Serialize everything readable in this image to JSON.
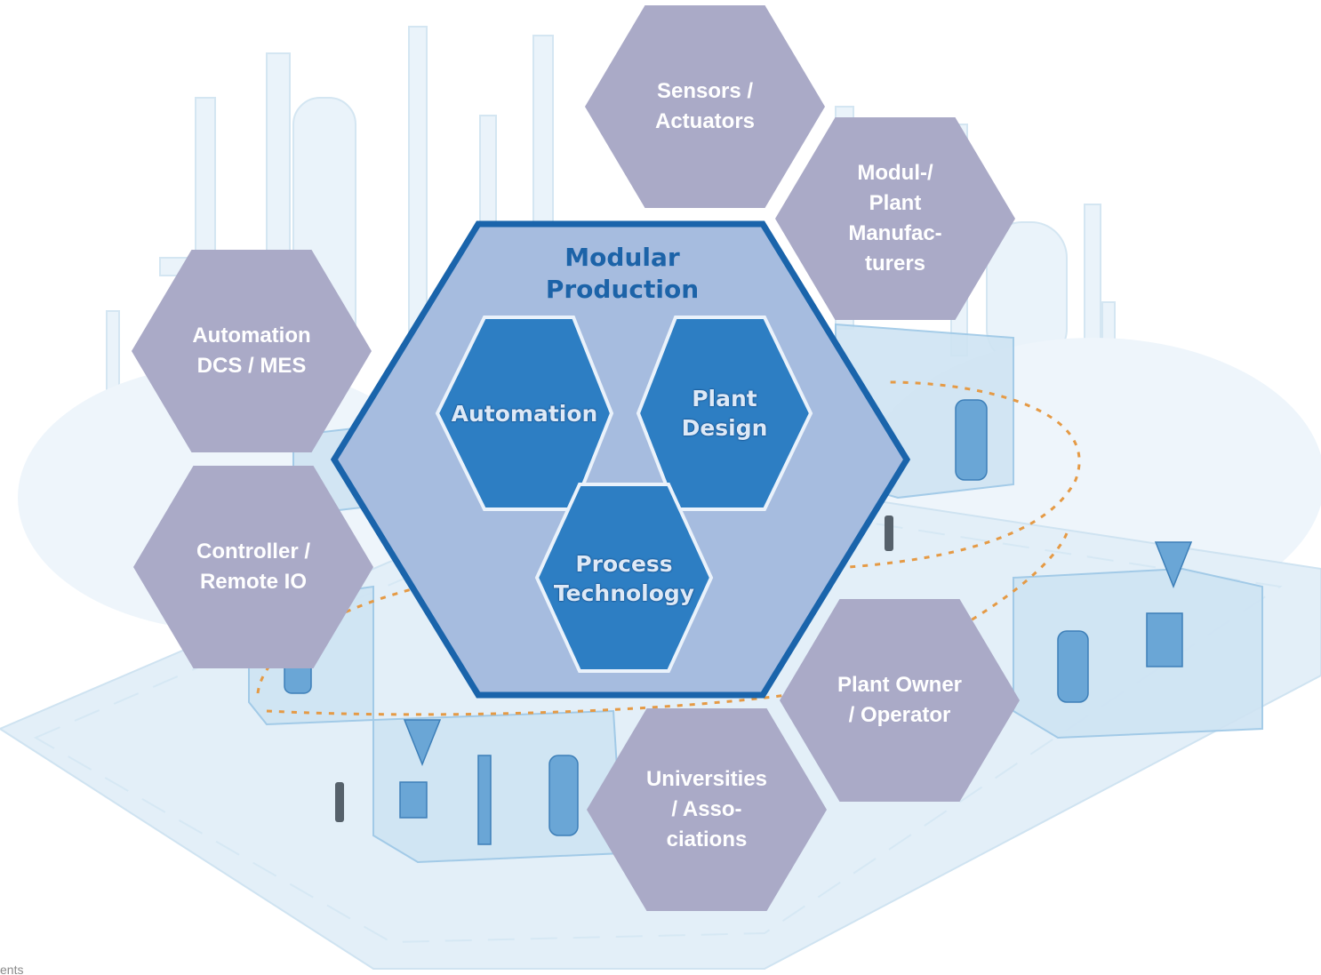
{
  "center": {
    "title": "Modular\nProduction",
    "core_modules": [
      {
        "label": "Automation"
      },
      {
        "label": "Plant\nDesign"
      },
      {
        "label": "Process\nTechnology"
      }
    ]
  },
  "stakeholders": [
    {
      "label": "Sensors /\nActuators"
    },
    {
      "label": "Modul-/\nPlant\nManufac-\nturers"
    },
    {
      "label": "Automation\nDCS / MES"
    },
    {
      "label": "Controller /\nRemote IO"
    },
    {
      "label": "Plant Owner\n/ Operator"
    },
    {
      "label": "Universities\n/ Asso-\nciations"
    }
  ],
  "footer_fragment": "ents",
  "colors": {
    "outer_hexagon": "#aaaac7",
    "center_hexagon_fill": "#a6bcdf",
    "center_hexagon_border": "#1a64ab",
    "inner_hexagon": "#2d7ec3",
    "title_text": "#1c63a8",
    "outer_text": "#ffffff"
  },
  "background_illustration": "isometric modular process plant with data stream"
}
